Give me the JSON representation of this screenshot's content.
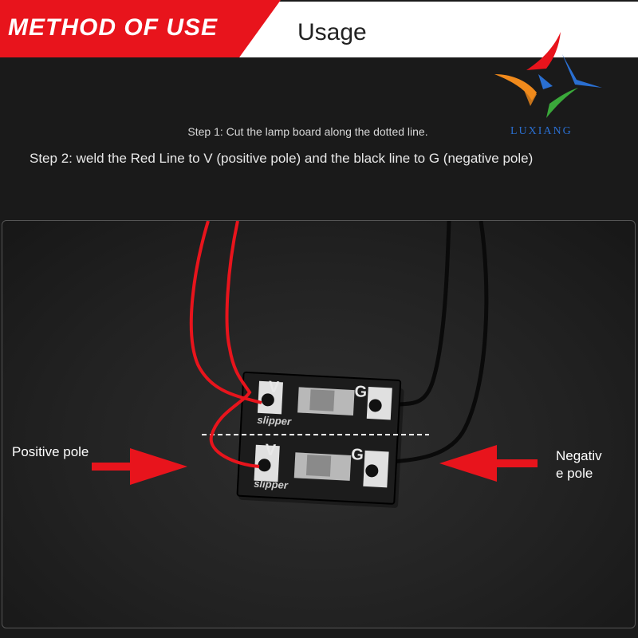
{
  "header": {
    "badge_text": "METHOD OF USE",
    "section_title": "Usage",
    "accent_color": "#e8141c"
  },
  "logo": {
    "brand_text": "LUXIANG",
    "colors": [
      "#e8141c",
      "#2a6fd1",
      "#3aa83a",
      "#f08a1c"
    ]
  },
  "instructions": {
    "step1": "Step 1: Cut the lamp board along the dotted line.",
    "step2": "Step 2: weld the Red Line to V (positive pole) and the black line to G (negative pole)"
  },
  "board": {
    "pad_v": "V",
    "pad_g": "G",
    "silkscreen": "slipper"
  },
  "labels": {
    "positive": "Positive pole",
    "negative_line1": "Negativ",
    "negative_line2": "e pole"
  }
}
